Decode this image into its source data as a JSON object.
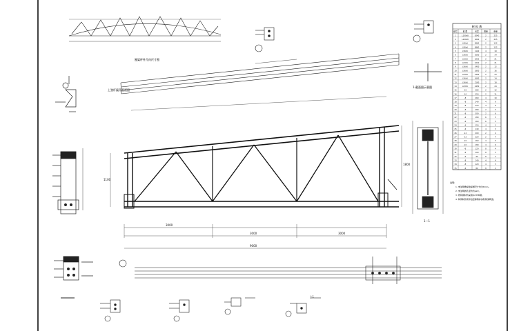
{
  "sheet": {
    "truss_outline_caption": "屋架杆件几何尺寸图",
    "top_chord_caption": "上弦杆展开面视图",
    "mid_detail_caption": "1-截面图示意图",
    "section_label": "1—1",
    "overall_span": "9000",
    "span_a": "3000",
    "span_b": "3000",
    "span_c": "3000",
    "height_left": "1100",
    "height_right": "1800",
    "detail_callout": "J-1"
  },
  "material_table": {
    "title": "材  料  表",
    "headers": [
      "编号",
      "截 面",
      "长度",
      "数量",
      "重量"
    ],
    "rows": [
      [
        "1",
        "L100x8",
        "9240",
        "2",
        "225"
      ],
      [
        "2",
        "L100x8",
        "9240",
        "2",
        "225"
      ],
      [
        "3",
        "L80x6",
        "8960",
        "2",
        "132"
      ],
      [
        "4",
        "L80x6",
        "8960",
        "2",
        "132"
      ],
      [
        "5",
        "L56x5",
        "1120",
        "4",
        "19"
      ],
      [
        "6",
        "L56x5",
        "1650",
        "2",
        "14"
      ],
      [
        "7",
        "L63x5",
        "2210",
        "2",
        "21"
      ],
      [
        "8",
        "L63x5",
        "2210",
        "2",
        "21"
      ],
      [
        "9",
        "L56x5",
        "1450",
        "2",
        "12"
      ],
      [
        "10",
        "L56x5",
        "1850",
        "2",
        "16"
      ],
      [
        "11",
        "L63x5",
        "2350",
        "2",
        "23"
      ],
      [
        "12",
        "L56x5",
        "1600",
        "2",
        "14"
      ],
      [
        "13",
        "L56x5",
        "2100",
        "2",
        "18"
      ],
      [
        "14",
        "L63x5",
        "2450",
        "2",
        "24"
      ],
      [
        "15",
        "-10",
        "380",
        "2",
        "12"
      ],
      [
        "16",
        "-10",
        "350",
        "2",
        "11"
      ],
      [
        "17",
        "-8",
        "260",
        "4",
        "10"
      ],
      [
        "18",
        "-8",
        "240",
        "4",
        "9"
      ],
      [
        "19",
        "-8",
        "220",
        "4",
        "8"
      ],
      [
        "20",
        "-8",
        "280",
        "2",
        "5"
      ],
      [
        "21",
        "-8",
        "300",
        "2",
        "6"
      ],
      [
        "22",
        "-6",
        "180",
        "6",
        "5"
      ],
      [
        "23",
        "-6",
        "160",
        "6",
        "5"
      ],
      [
        "24",
        "-6",
        "150",
        "4",
        "3"
      ],
      [
        "25",
        "-6",
        "140",
        "4",
        "3"
      ],
      [
        "26",
        "-12",
        "200",
        "2",
        "4"
      ],
      [
        "27",
        "-12",
        "220",
        "2",
        "4"
      ],
      [
        "28",
        "-10",
        "160",
        "4",
        "5"
      ],
      [
        "29",
        "-10",
        "180",
        "4",
        "6"
      ],
      [
        "30",
        "-6",
        "120",
        "8",
        "4"
      ],
      [
        "31",
        "-6",
        "100",
        "8",
        "3"
      ],
      [
        "32",
        "-6",
        "90",
        "8",
        "3"
      ],
      [
        "33",
        "-8",
        "140",
        "4",
        "4"
      ],
      [
        "34",
        "-8",
        "120",
        "4",
        "3"
      ],
      [
        "35",
        "-6",
        "80",
        "8",
        "2"
      ]
    ]
  },
  "notes": {
    "heading": "说明：",
    "lines": [
      "1. 未注明角焊缝焊脚尺寸均为6mm。",
      "2. 未注明的孔径均为φ22。",
      "3. 所有钢材均采用Q235B钢。",
      "4. 构件制作完毕后应除锈并涂防锈漆两道。"
    ]
  },
  "icons": [
    "title-block-border",
    "section-cut-marker",
    "detail-callout-circle"
  ]
}
